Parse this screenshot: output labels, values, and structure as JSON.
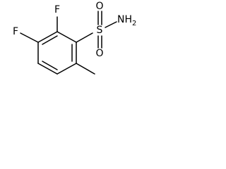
{
  "diagram": {
    "type": "chemical-structure",
    "atoms": {
      "fluorine_top": "F",
      "fluorine_left": "F",
      "sulfur": "S",
      "oxygen_top": "O",
      "oxygen_bottom": "O",
      "amine": "NH",
      "amine_subscript": "2"
    },
    "colors": {
      "bond": "#000000",
      "label": "#000000",
      "background": "#ffffff"
    }
  }
}
